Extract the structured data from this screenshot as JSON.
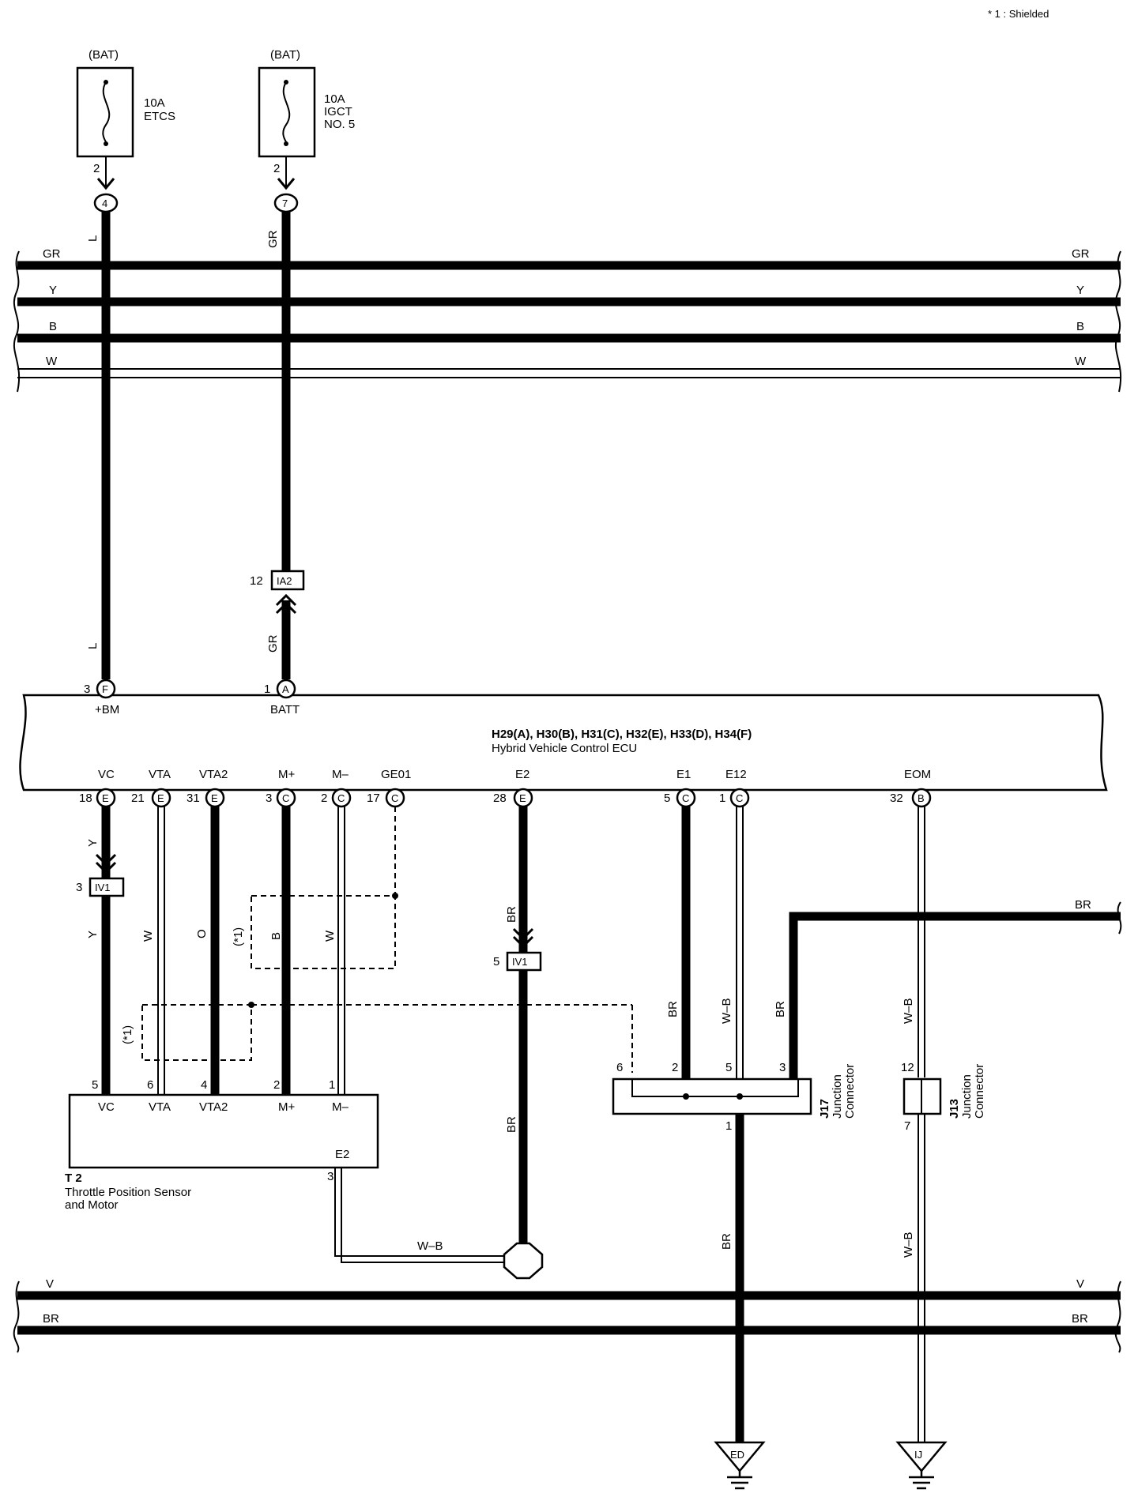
{
  "note": "* 1 : Shielded",
  "fuses": [
    {
      "source": "(BAT)",
      "rating": "10A",
      "name": "ETCS",
      "pin": "2",
      "connector": "4"
    },
    {
      "source": "(BAT)",
      "rating": "10A",
      "name": "IGCT\nNO. 5",
      "pin": "2",
      "connector": "7"
    }
  ],
  "bus_top": [
    {
      "color": "GR"
    },
    {
      "color": "Y"
    },
    {
      "color": "B"
    },
    {
      "color": "W"
    }
  ],
  "bus_bottom": [
    {
      "color": "V"
    },
    {
      "color": "BR"
    }
  ],
  "ecu": {
    "title": "H29(A), H30(B), H31(C), H32(E), H33(D), H34(F)",
    "subtitle": "Hybrid Vehicle Control ECU",
    "top_pins": [
      {
        "name": "+BM",
        "pin": "3",
        "conn": "F"
      },
      {
        "name": "BATT",
        "pin": "1",
        "conn": "A"
      }
    ],
    "bottom_pins": [
      {
        "name": "VC",
        "pin": "18",
        "conn": "E"
      },
      {
        "name": "VTA",
        "pin": "21",
        "conn": "E"
      },
      {
        "name": "VTA2",
        "pin": "31",
        "conn": "E"
      },
      {
        "name": "M+",
        "pin": "3",
        "conn": "C"
      },
      {
        "name": "M–",
        "pin": "2",
        "conn": "C"
      },
      {
        "name": "GE01",
        "pin": "17",
        "conn": "C"
      },
      {
        "name": "E2",
        "pin": "28",
        "conn": "E"
      },
      {
        "name": "E1",
        "pin": "5",
        "conn": "C"
      },
      {
        "name": "E12",
        "pin": "1",
        "conn": "C"
      },
      {
        "name": "EOM",
        "pin": "32",
        "conn": "B"
      }
    ]
  },
  "inline_connectors": [
    {
      "name": "IA2",
      "pin": "12"
    },
    {
      "name": "IV1",
      "pin": "3"
    },
    {
      "name": "IV1",
      "pin": "5"
    }
  ],
  "wire_labels": {
    "etcs_feed": "L",
    "igct_feed": "GR",
    "vc": "Y",
    "vta": "W",
    "vta2": "O",
    "m_plus": "B",
    "m_minus": "W",
    "shield": "(*1)",
    "e2": "BR",
    "e1": "BR",
    "e12": "W–B",
    "j17_3": "BR",
    "br_right": "BR",
    "eom": "W–B",
    "ground_link": "W–B"
  },
  "sensor": {
    "id": "T 2",
    "name": "Throttle Position Sensor\nand Motor",
    "pins": [
      {
        "name": "VC",
        "pin": "5"
      },
      {
        "name": "VTA",
        "pin": "6"
      },
      {
        "name": "VTA2",
        "pin": "4"
      },
      {
        "name": "M+",
        "pin": "2"
      },
      {
        "name": "M–",
        "pin": "1"
      },
      {
        "name": "E2",
        "pin": "3"
      }
    ]
  },
  "j17": {
    "id": "J17",
    "name": "Junction\nConnector",
    "pins": [
      "6",
      "2",
      "5",
      "3",
      "1"
    ]
  },
  "j13": {
    "id": "J13",
    "name": "Junction\nConnector",
    "pins": [
      "12",
      "7"
    ]
  },
  "grounds": [
    "ED",
    "IJ"
  ]
}
